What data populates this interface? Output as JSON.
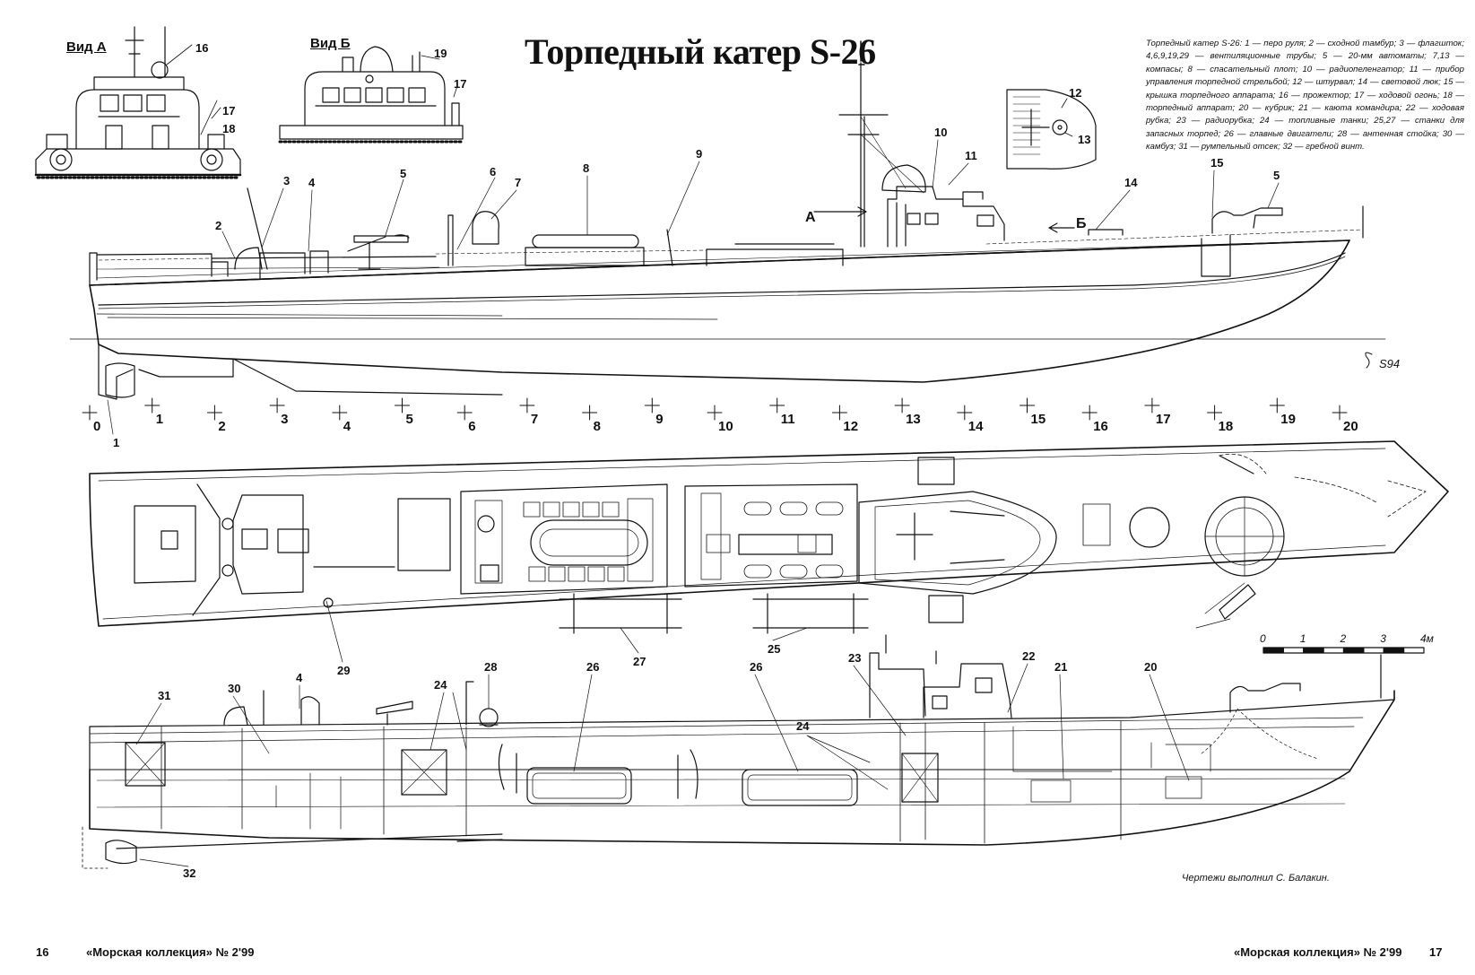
{
  "title": "Торпедный катер S-26",
  "legend": "Торпедный катер S-26: 1 — перо руля; 2 — сходной тамбур; 3 — флагшток; 4,6,9,19,29 — вентиляционные трубы; 5 — 20-мм автоматы; 7,13 — компасы; 8 — спасательный плот; 10 — радиопеленгатор; 11 — прибор управления торпедной стрельбой; 12 — штурвал; 14 — световой люк; 15 — крышка торпедного аппарата; 16 — прожектор; 17 — ходовой огонь; 18 — торпедный аппарат; 20 — кубрик; 21 — каюта командира; 22 — ходовая рубка; 23 — радиорубка; 24 — топливные танки; 25,27 — станки для запасных торпед; 26 — главные двигатели; 28 — антенная стойка; 30 — камбуз; 31 — румпельный отсек; 32 — гребной винт.",
  "views": {
    "a": "Вид А",
    "b": "Вид Б"
  },
  "arrows": {
    "a": "А",
    "b": "Б"
  },
  "signature": "S94",
  "frames": [
    "0",
    "1",
    "2",
    "3",
    "4",
    "5",
    "6",
    "7",
    "8",
    "9",
    "10",
    "11",
    "12",
    "13",
    "14",
    "15",
    "16",
    "17",
    "18",
    "19",
    "20"
  ],
  "scale": {
    "ticks": [
      "0",
      "1",
      "2",
      "3",
      "4м"
    ]
  },
  "callouts": {
    "view_a": [
      "16",
      "17",
      "18"
    ],
    "view_b": [
      "19",
      "17"
    ],
    "helm": [
      "12",
      "13"
    ],
    "profile": [
      "1",
      "2",
      "3",
      "4",
      "5",
      "6",
      "7",
      "8",
      "9",
      "10",
      "11",
      "14",
      "15",
      "5"
    ],
    "plan": [
      "29",
      "27",
      "25"
    ],
    "section": [
      "31",
      "30",
      "4",
      "24",
      "28",
      "26",
      "26",
      "24",
      "23",
      "22",
      "21",
      "20",
      "32"
    ]
  },
  "credit": "Чертежи выполнил С. Балакин.",
  "footer": {
    "left_page": "16",
    "left_journal": "«Морская коллекция» № 2'99",
    "right_journal": "«Морская коллекция» № 2'99",
    "right_page": "17"
  }
}
